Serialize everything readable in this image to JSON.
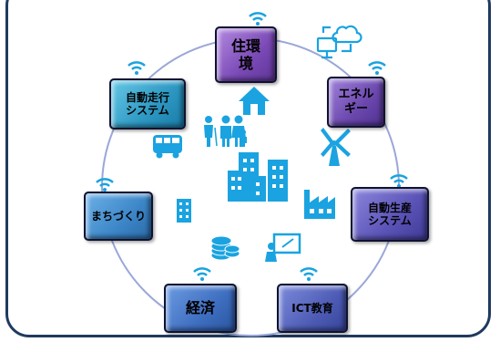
{
  "nodes": {
    "living": "住環\n境",
    "energy": "エネル\nギー",
    "production": "自動生産\nシステム",
    "ict": "ICT教育",
    "economy": "経済",
    "town": "まちづくり",
    "autodrive": "自動走行\nシステム"
  },
  "colors": {
    "frame": "#1f3a5f",
    "circle": "#9aa7d8",
    "icon": "#1aa3e0"
  },
  "icons": [
    "wifi-icon",
    "cloud-computer-icon",
    "house-icon",
    "family-icon",
    "windmill-icon",
    "bus-icon",
    "buildings-icon",
    "factory-icon",
    "office-building-icon",
    "coins-icon",
    "teacher-board-icon"
  ]
}
